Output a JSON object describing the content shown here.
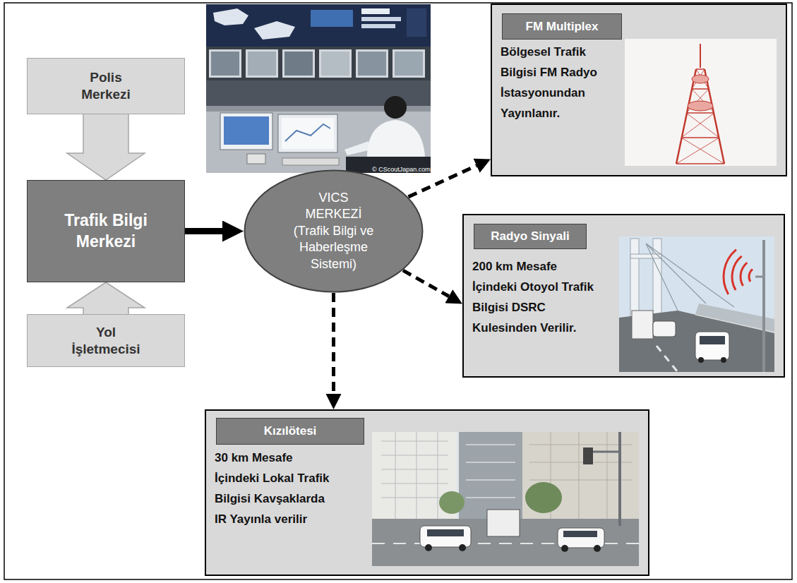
{
  "diagram": {
    "nodes": [
      {
        "text": [
          "Polis Merkezi"
        ]
      },
      {
        "text": [
          "Trafik Bilgi Merkezi"
        ]
      },
      {
        "text": [
          "Yol İşletmecisi"
        ]
      },
      {
        "text": [
          "VICS MERKEZİ",
          "(Trafik Bilgi ve Haberleşme Sistemi)"
        ]
      },
      {
        "text": [
          "Bölgesel Trafik Bilgisi FM Radyo İstasyonundan Yayınlanır."
        ]
      },
      {
        "text": [
          "FM Multiplex"
        ],
        "in": 4
      },
      {
        "text": [
          "200 km Mesafe İçindeki Otoyol Trafik Bilgisi DSRC Kulesinden Verilir."
        ]
      },
      {
        "text": [
          "Radyo Sinyali"
        ],
        "in": 6
      },
      {
        "text": [
          "30 km Mesafe İçindeki Lokal Trafik Bilgisi Kavşaklarda IR Yayınla verilir"
        ]
      },
      {
        "text": [
          "Kızılötesi"
        ],
        "in": 8
      }
    ],
    "edges": [
      {
        "from": 0,
        "to": 1,
        "arrow": "to"
      },
      {
        "from": 2,
        "to": 1,
        "arrow": "to"
      },
      {
        "from": 1,
        "to": 3,
        "arrow": "to"
      },
      {
        "from": 3,
        "to": 4,
        "arrow": "to"
      },
      {
        "from": 3,
        "to": 6,
        "arrow": "to"
      },
      {
        "from": 3,
        "to": 8,
        "arrow": "to"
      }
    ],
    "labels": [
      "© CScoutJapan.com"
    ]
  }
}
